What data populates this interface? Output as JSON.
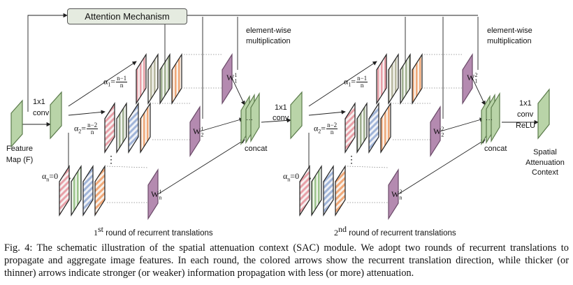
{
  "labels": {
    "attention": "Attention Mechanism",
    "elementwise": "element-wise",
    "multiplication": "multiplication",
    "conv_1x1": "1x1",
    "conv": "conv",
    "relu": "ReLU",
    "feature_map_1": "Feature",
    "feature_map_2": "Map (F)",
    "concat": "concat",
    "spatial": "Spatial",
    "attenuation": "Attenuation",
    "context": "Context",
    "alpha1_prefix": "α",
    "alpha_sub1": "1",
    "alpha2_sub": "2",
    "alphan_sub": "n",
    "eq": "=",
    "alphan_zero": "=0",
    "frac1_num": "n−1",
    "frac2_num": "n−2",
    "frac_den": "n",
    "w_letter": "W",
    "w_sub1": "1",
    "w_sub2": "2",
    "w_subn": "n",
    "w_sup_round1": "1",
    "w_sup_round2": "2",
    "round1_sup": "st",
    "round1_num": "1",
    "round2_sup": "nd",
    "round2_num": "2",
    "round_text": " round of recurrent translations",
    "ellipsis": "⋮",
    "hellipsis": "···"
  },
  "caption": "Fig. 4: The schematic illustration of the spatial attenuation context (SAC) module. We adopt two rounds of recurrent translations to propagate and aggregate image features. In each round, the colored arrows show the recurrent translation direction, while thicker (or thinner) arrows indicate stronger (or weaker) information propagation with less (or more) attenuation.",
  "colors": {
    "green_fill": "#b9d4a8",
    "green_stroke": "#5a7a4a",
    "purple_fill": "#b48ab0",
    "purple_stroke": "#6a4a68",
    "pink_stripe": "#e8a0a8",
    "gray_stripe": "#b8b8a0",
    "olive_stripe": "#a0b090",
    "blue_stripe": "#a0b4d8",
    "orange_stripe": "#f0a878",
    "green_stripe": "#9cc48c"
  }
}
